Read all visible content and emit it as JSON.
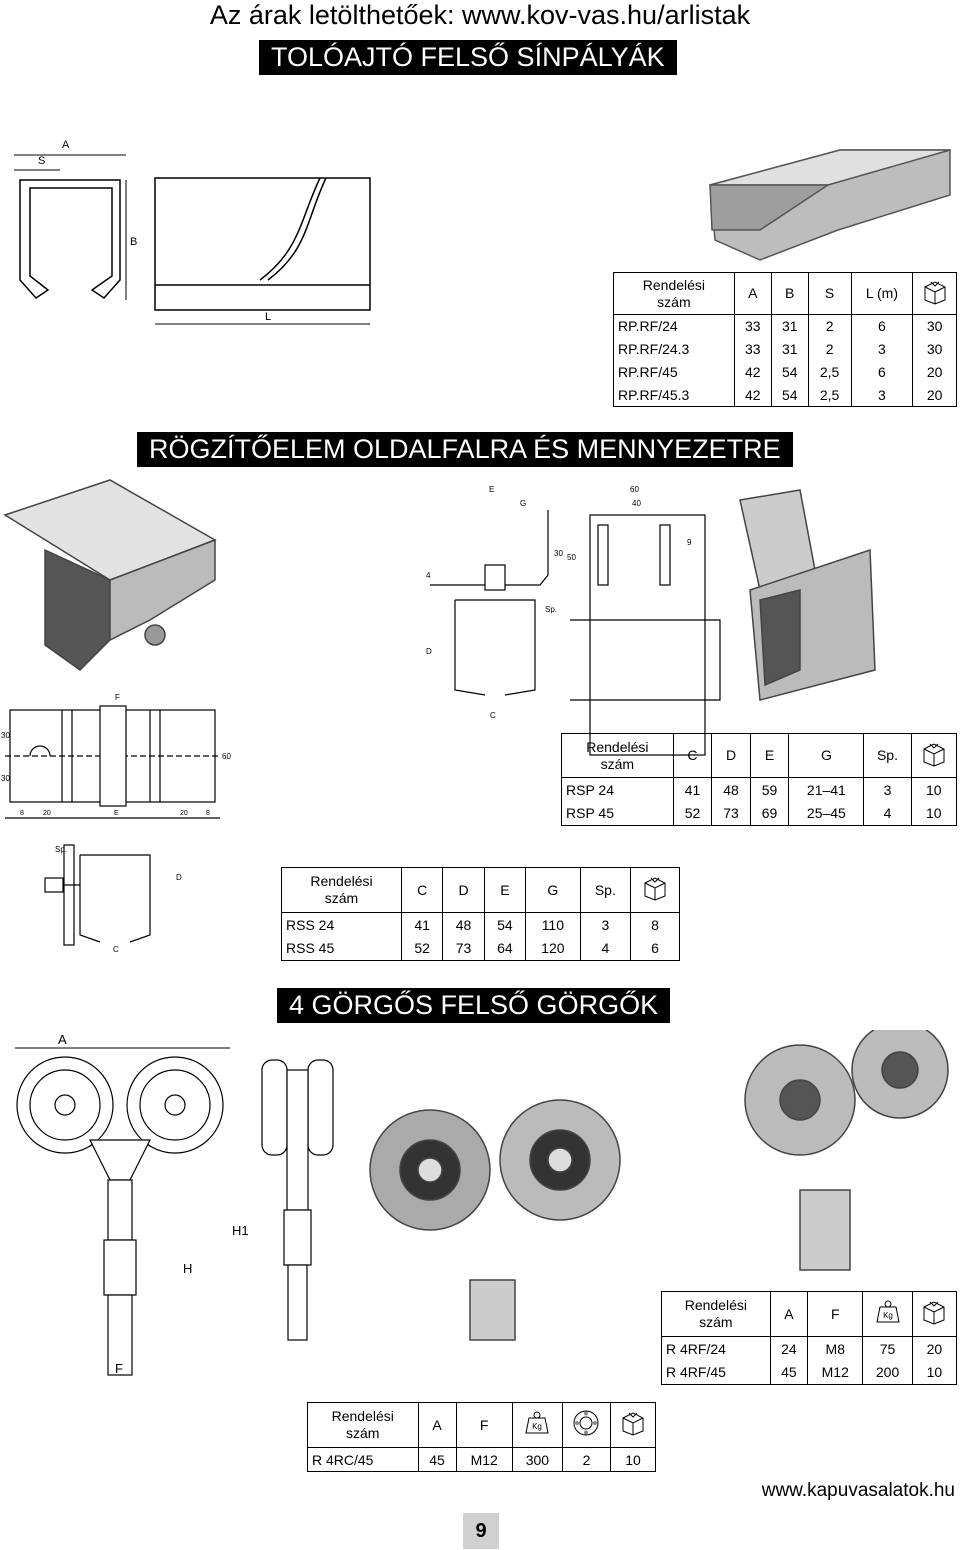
{
  "header": {
    "prices_link": "Az árak letölthetőek: www.kov-vas.hu/arlistak"
  },
  "sections": {
    "rails": "TOLÓAJTÓ FELSŐ SÍNPÁLYÁK",
    "mounts": "RÖGZÍTŐELEM OLDALFALRA ÉS MENNYEZETRE",
    "rollers": "4 GÖRGŐS FELSŐ GÖRGŐK"
  },
  "common": {
    "order_code_line1": "Rendelési",
    "order_code_line2": "szám",
    "kg": "Kg"
  },
  "dims": {
    "A": "A",
    "S": "S",
    "B": "B",
    "L": "L",
    "E": "E",
    "G": "G",
    "C": "C",
    "D": "D",
    "F": "F",
    "sp": "Sp.",
    "H": "H",
    "H1": "H1",
    "n60": "60",
    "n40": "40",
    "n30": "30",
    "n50": "50",
    "n9": "9",
    "n4": "4",
    "n8": "8",
    "n20": "20"
  },
  "rail_table": {
    "headers": [
      "A",
      "B",
      "S",
      "L (m)"
    ],
    "rows": [
      [
        "RP.RF/24",
        "33",
        "31",
        "2",
        "6",
        "30"
      ],
      [
        "RP.RF/24.3",
        "33",
        "31",
        "2",
        "3",
        "30"
      ],
      [
        "RP.RF/45",
        "42",
        "54",
        "2,5",
        "6",
        "20"
      ],
      [
        "RP.RF/45.3",
        "42",
        "54",
        "2,5",
        "3",
        "20"
      ]
    ]
  },
  "rsp_table": {
    "headers": [
      "C",
      "D",
      "E",
      "G",
      "Sp."
    ],
    "rows": [
      [
        "RSP 24",
        "41",
        "48",
        "59",
        "21–41",
        "3",
        "10"
      ],
      [
        "RSP 45",
        "52",
        "73",
        "69",
        "25–45",
        "4",
        "10"
      ]
    ]
  },
  "rss_table": {
    "headers": [
      "C",
      "D",
      "E",
      "G",
      "Sp."
    ],
    "rows": [
      [
        "RSS 24",
        "41",
        "48",
        "54",
        "110",
        "3",
        "8"
      ],
      [
        "RSS 45",
        "52",
        "73",
        "64",
        "120",
        "4",
        "6"
      ]
    ]
  },
  "r4rf_table": {
    "headers": [
      "A",
      "F"
    ],
    "rows": [
      [
        "R 4RF/24",
        "24",
        "M8",
        "75",
        "20"
      ],
      [
        "R 4RF/45",
        "45",
        "M12",
        "200",
        "10"
      ]
    ]
  },
  "r4rc_table": {
    "headers": [
      "A",
      "F"
    ],
    "rows": [
      [
        "R 4RC/45",
        "45",
        "M12",
        "300",
        "2",
        "10"
      ]
    ]
  },
  "footer": {
    "website": "www.kapuvasalatok.hu",
    "page": "9"
  }
}
